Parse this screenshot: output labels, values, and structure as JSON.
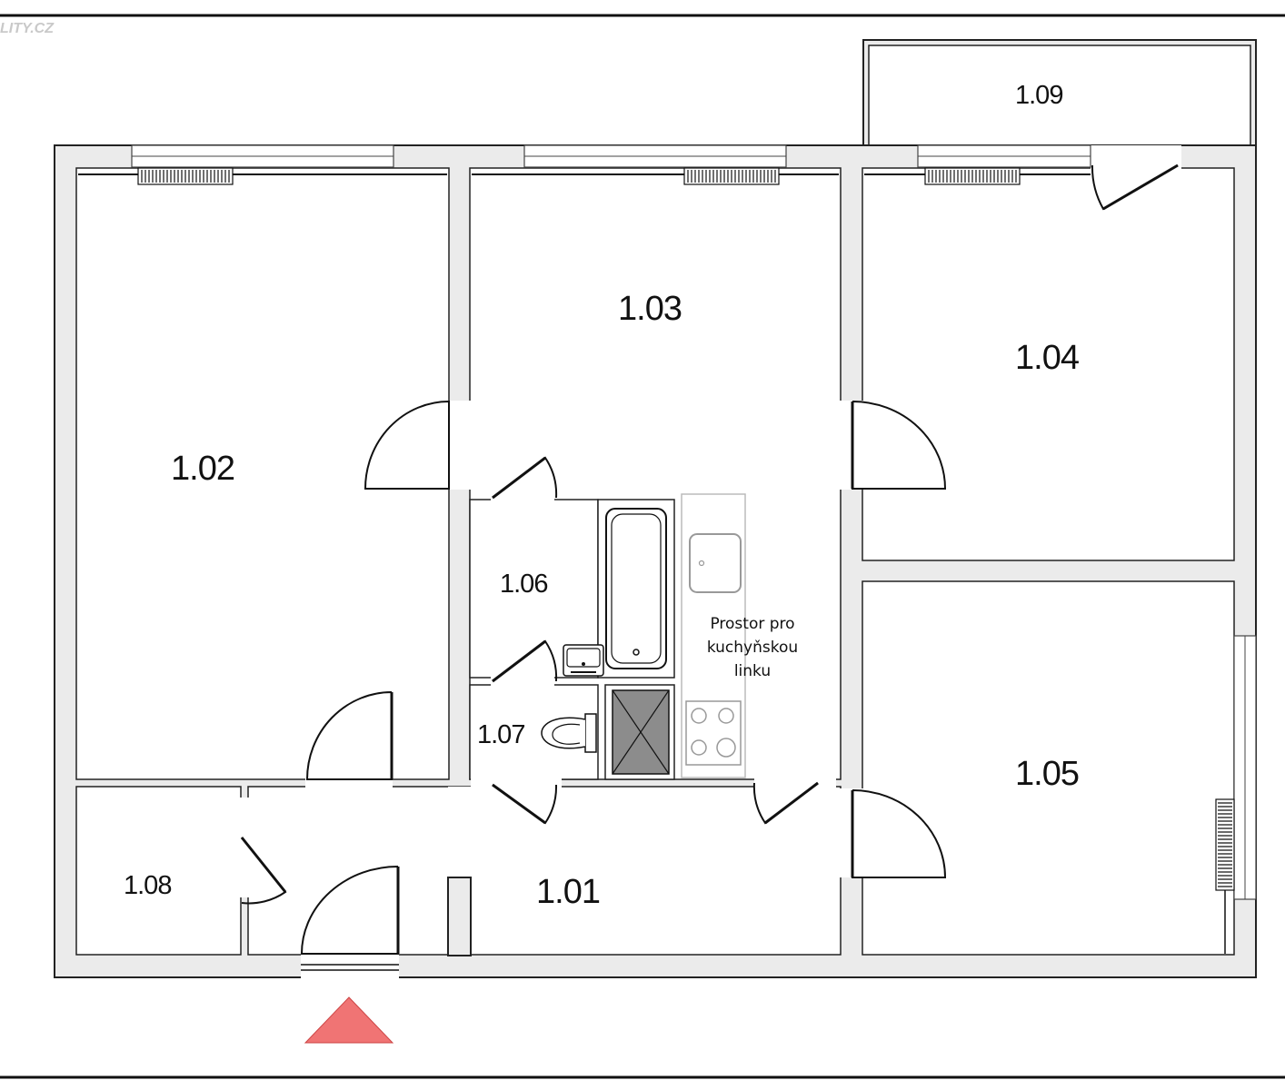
{
  "watermark": "LITY.CZ",
  "rooms": {
    "r101": "1.01",
    "r102": "1.02",
    "r103": "1.03",
    "r104": "1.04",
    "r105": "1.05",
    "r106": "1.06",
    "r107": "1.07",
    "r108": "1.08",
    "r109": "1.09"
  },
  "kitchen_note": {
    "line1": "Prostor pro",
    "line2": "kuchyňskou",
    "line3": "linku"
  },
  "colors": {
    "wall_fill": "#ebebeb",
    "entrance_marker": "#f07474"
  }
}
